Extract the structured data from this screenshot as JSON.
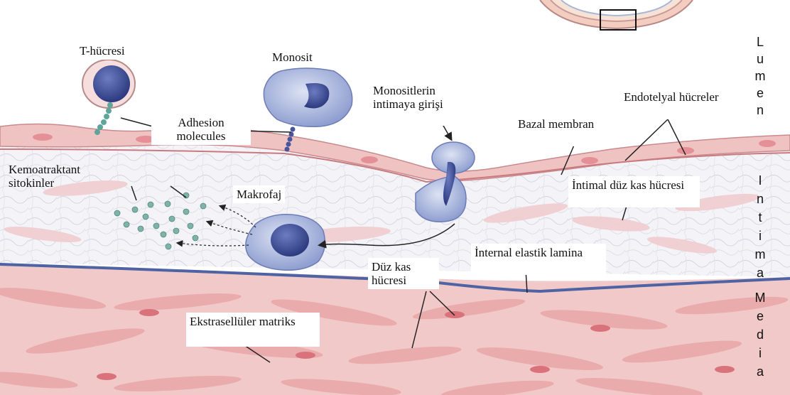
{
  "labels": {
    "t_hucresi": "T-hücresi",
    "monosit": "Monosit",
    "monositlerin_girisi": "Monositlerin intimaya girişi",
    "adhesion_molecules": "Adhesion molecules",
    "endotelyal_hucreler": "Endotelyal hücreler",
    "bazal_membran": "Bazal membran",
    "kemoatraktant": "Kemoatraktant sitokinler",
    "makrofaj": "Makrofaj",
    "intimal_duz_kas": "İntimal düz kas hücresi",
    "internal_elastik": "İnternal elastik lamina",
    "duz_kas_hucresi": "Düz kas hücresi",
    "ekstrasellular": "Ekstrasellüler matriks"
  },
  "regions": {
    "lumen": "L u m e n",
    "intima": "I n t i m a",
    "media": "M e d i a"
  },
  "colors": {
    "tissue_pink": "#f1c6c6",
    "muscle_red": "#e59a9c",
    "intima_bg": "#f3f3f8",
    "cell_blue": "#aab7dd",
    "nucleus": "#3a4a95",
    "lamina": "#4e63a3",
    "chemokine": "#7fb3a9"
  }
}
